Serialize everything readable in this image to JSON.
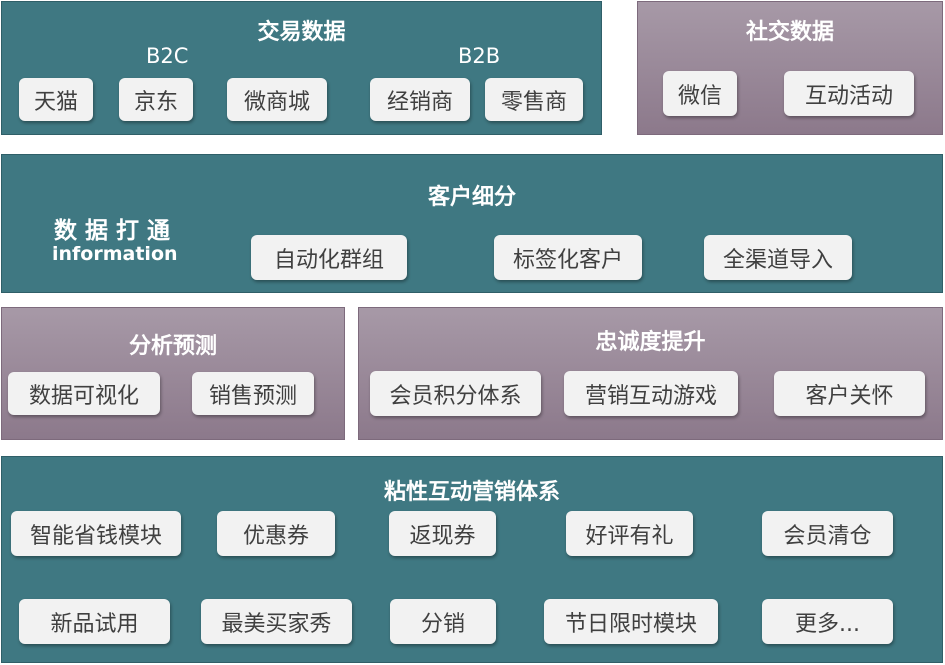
{
  "trade": {
    "title": "交易数据",
    "b2c_label": "B2C",
    "b2b_label": "B2B",
    "chips": [
      "天猫",
      "京东",
      "微商城",
      "经销商",
      "零售商"
    ]
  },
  "social": {
    "title": "社交数据",
    "chips": [
      "微信",
      "互动活动"
    ]
  },
  "segment": {
    "side_title": "数 据 打 通",
    "side_subtitle": "information",
    "title": "客户细分",
    "chips": [
      "自动化群组",
      "标签化客户",
      "全渠道导入"
    ]
  },
  "analysis": {
    "title": "分析预测",
    "chips": [
      "数据可视化",
      "销售预测"
    ]
  },
  "loyalty": {
    "title": "忠诚度提升",
    "chips": [
      "会员积分体系",
      "营销互动游戏",
      "客户关怀"
    ]
  },
  "engagement": {
    "title": "粘性互动营销体系",
    "row1": [
      "智能省钱模块",
      "优惠券",
      "返现券",
      "好评有礼",
      "会员清仓"
    ],
    "row2": [
      "新品试用",
      "最美买家秀",
      "分销",
      "节日限时模块",
      "更多..."
    ]
  }
}
